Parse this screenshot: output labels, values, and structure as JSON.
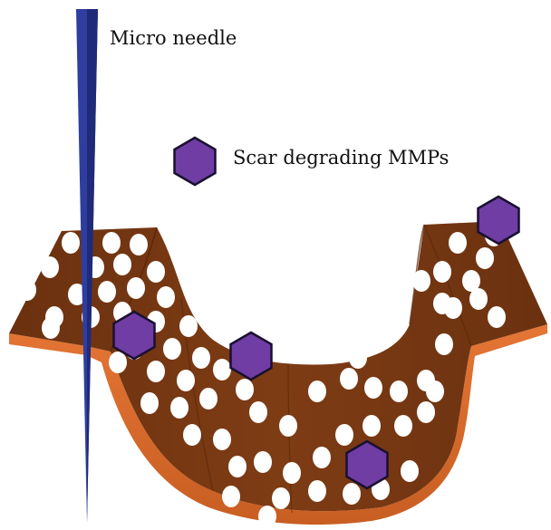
{
  "labels": {
    "needle": "Micro needle",
    "mmp": "Scar degrading MMPs"
  },
  "colors": {
    "background": "#ffffff",
    "tissue_top": "#7a3a12",
    "tissue_top_dark": "#5e2a0b",
    "tissue_side": "#d9692a",
    "tissue_side_dark": "#b8541c",
    "pores": "#ffffff",
    "needle": "#2f3e9e",
    "needle_dark": "#1f2a78",
    "mmp_fill": "#6f3da3",
    "mmp_stroke": "#1a1030"
  },
  "icons": {
    "needle": "micro-needle-icon",
    "mmp": "mmp-hexagon-icon",
    "tissue": "scar-tissue-patch",
    "pore": "pore-dot"
  }
}
